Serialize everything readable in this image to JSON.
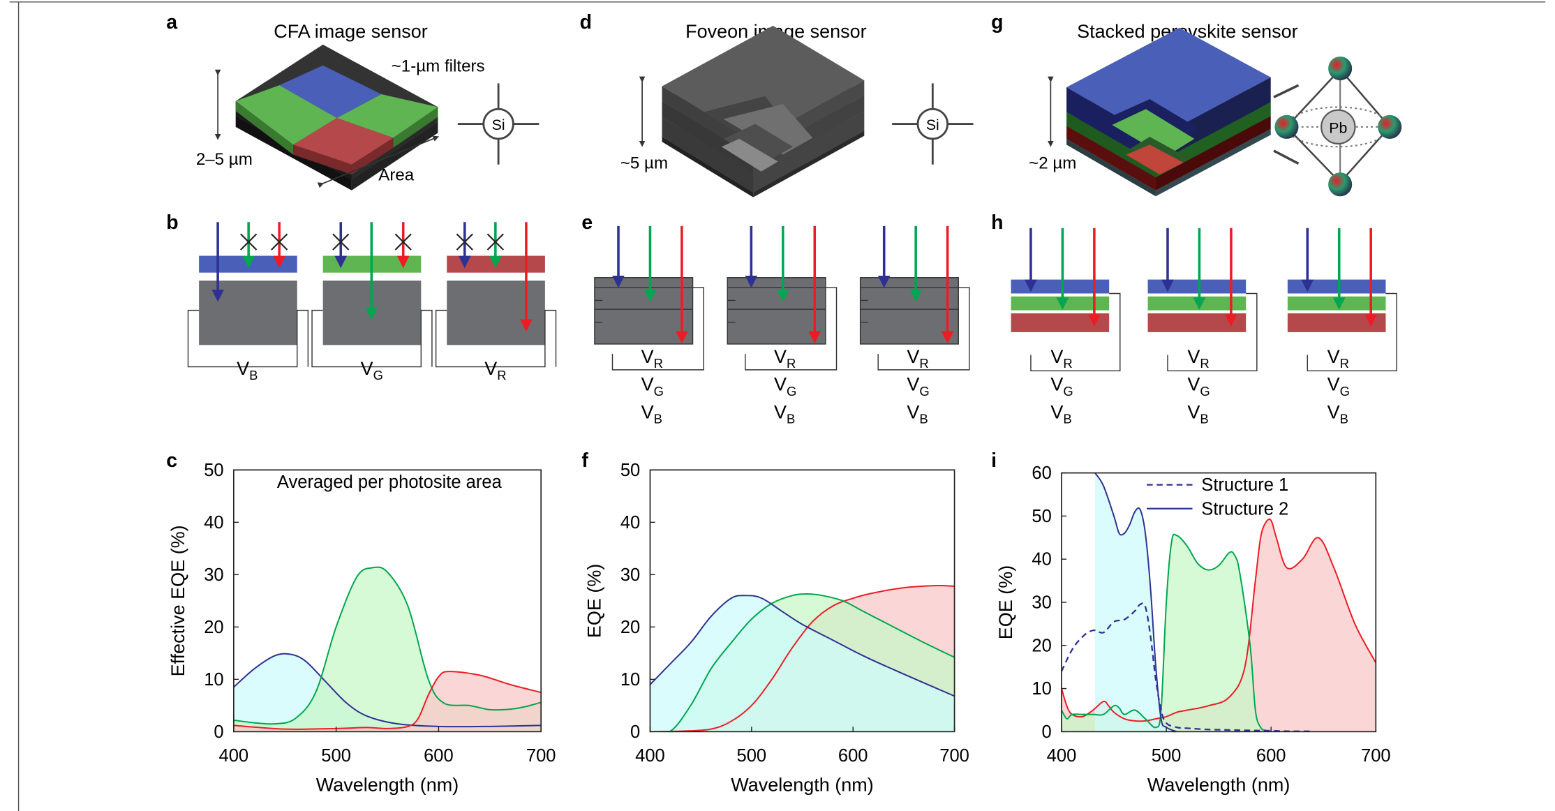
{
  "panels": {
    "a": {
      "letter": "a",
      "title": "CFA image sensor",
      "filter_label": "~1-µm filters",
      "height_label": "2–5 µm",
      "area_label": "Area",
      "si_label": "Si"
    },
    "b": {
      "letter": "b",
      "voltages": [
        {
          "main": "V",
          "sub": "B"
        },
        {
          "main": "V",
          "sub": "G"
        },
        {
          "main": "V",
          "sub": "R"
        }
      ]
    },
    "c": {
      "letter": "c"
    },
    "d": {
      "letter": "d",
      "title": "Foveon image sensor",
      "height_label": "~5 µm",
      "si_label": "Si"
    },
    "e": {
      "letter": "e",
      "voltages": [
        {
          "main": "V",
          "sub": "R"
        },
        {
          "main": "V",
          "sub": "G"
        },
        {
          "main": "V",
          "sub": "B"
        }
      ]
    },
    "f": {
      "letter": "f"
    },
    "g": {
      "letter": "g",
      "title": "Stacked perovskite sensor",
      "height_label": "~2 µm",
      "pb_label": "Pb"
    },
    "h": {
      "letter": "h",
      "voltages": [
        {
          "main": "V",
          "sub": "R"
        },
        {
          "main": "V",
          "sub": "G"
        },
        {
          "main": "V",
          "sub": "B"
        }
      ]
    },
    "i": {
      "letter": "i"
    }
  },
  "colors": {
    "blue": "#2e3192",
    "green": "#00a650",
    "red": "#ed1c24",
    "blue_fill": "#cdfbfb",
    "green_fill": "#c8f7c8",
    "red_fill": "#f9c8c8",
    "sensor_gray": "#6d6e71"
  },
  "chart_data": [
    {
      "type": "area",
      "panel": "c",
      "annotation": "Averaged per photosite area",
      "xlabel": "Wavelength (nm)",
      "ylabel": "Effective EQE (%)",
      "xlim": [
        400,
        700
      ],
      "ylim": [
        0,
        50
      ],
      "xticks": [
        400,
        500,
        600,
        700
      ],
      "yticks": [
        0,
        10,
        20,
        30,
        40,
        50
      ],
      "series": [
        {
          "color": "blue",
          "x": [
            400,
            420,
            440,
            455,
            470,
            490,
            510,
            530,
            560,
            600,
            650,
            700
          ],
          "y": [
            8.5,
            12,
            14.5,
            14.8,
            13.5,
            9.5,
            5.5,
            3,
            1.5,
            1,
            1,
            1.2
          ]
        },
        {
          "color": "green",
          "x": [
            400,
            420,
            440,
            460,
            480,
            500,
            520,
            535,
            550,
            570,
            590,
            605,
            630,
            650,
            670,
            685,
            700
          ],
          "y": [
            2.2,
            1.7,
            1.5,
            2.5,
            7.5,
            20,
            29.5,
            31.3,
            30.5,
            24,
            10,
            5.5,
            5,
            4.2,
            4.3,
            4.8,
            5.6
          ]
        },
        {
          "color": "red",
          "x": [
            400,
            450,
            500,
            530,
            550,
            570,
            580,
            590,
            600,
            610,
            640,
            670,
            700
          ],
          "y": [
            1.2,
            0.5,
            0.6,
            0.8,
            0.6,
            1,
            2.5,
            7,
            10.5,
            11.5,
            10.8,
            9,
            7.5
          ]
        }
      ]
    },
    {
      "type": "area",
      "panel": "f",
      "xlabel": "Wavelength (nm)",
      "ylabel": "EQE (%)",
      "xlim": [
        400,
        700
      ],
      "ylim": [
        0,
        50
      ],
      "xticks": [
        400,
        500,
        600,
        700
      ],
      "yticks": [
        0,
        10,
        20,
        30,
        40,
        50
      ],
      "series": [
        {
          "color": "red",
          "x": [
            400,
            430,
            460,
            480,
            500,
            520,
            540,
            560,
            580,
            600,
            620,
            650,
            680,
            700
          ],
          "y": [
            0,
            0.1,
            0.5,
            2,
            5,
            10,
            16,
            21,
            24,
            25.5,
            26.5,
            27.5,
            27.9,
            27.8
          ]
        },
        {
          "color": "green",
          "x": [
            400,
            420,
            440,
            460,
            480,
            500,
            520,
            540,
            555,
            570,
            590,
            610,
            640,
            670,
            700
          ],
          "y": [
            0,
            0.1,
            5,
            12,
            17,
            21.5,
            24.5,
            26,
            26.3,
            26,
            25,
            23,
            20,
            17,
            14.2
          ]
        },
        {
          "color": "blue",
          "x": [
            400,
            420,
            440,
            460,
            480,
            495,
            510,
            530,
            550,
            580,
            610,
            650,
            700
          ],
          "y": [
            9,
            13,
            17,
            22,
            25.5,
            26,
            25.5,
            23,
            20.5,
            17.5,
            14.5,
            11,
            6.8
          ]
        }
      ]
    },
    {
      "type": "area",
      "panel": "i",
      "xlabel": "Wavelength (nm)",
      "ylabel": "EQE (%)",
      "xlim": [
        400,
        700
      ],
      "ylim": [
        0,
        60
      ],
      "xticks": [
        400,
        500,
        600,
        700
      ],
      "yticks": [
        0,
        10,
        20,
        30,
        40,
        50,
        60
      ],
      "legend": [
        {
          "label": "Structure 1",
          "style": "dashed"
        },
        {
          "label": "Structure 2",
          "style": "solid"
        }
      ],
      "series": [
        {
          "name": "Structure 2",
          "color": "red",
          "x": [
            400,
            405,
            410,
            420,
            430,
            440,
            445,
            450,
            460,
            470,
            480,
            490,
            500,
            510,
            520,
            540,
            560,
            575,
            585,
            590,
            595,
            600,
            605,
            615,
            630,
            645,
            660,
            680,
            700
          ],
          "y": [
            10,
            6,
            4,
            3.5,
            5,
            7,
            6,
            4.5,
            3,
            2.5,
            2.5,
            3,
            3.5,
            4.5,
            5,
            6,
            8,
            15,
            35,
            45,
            48.5,
            49,
            45,
            38,
            40,
            45,
            38,
            25,
            16
          ]
        },
        {
          "name": "Structure 2",
          "color": "green",
          "x": [
            400,
            405,
            410,
            420,
            430,
            440,
            450,
            455,
            460,
            470,
            480,
            490,
            495,
            500,
            505,
            510,
            520,
            530,
            540,
            550,
            560,
            565,
            570,
            580,
            585,
            590,
            595,
            600
          ],
          "y": [
            5,
            3,
            4,
            4,
            4,
            4,
            6,
            5.5,
            4,
            5,
            3,
            1,
            5,
            30,
            44,
            45.5,
            43,
            39,
            37.5,
            38.5,
            41.5,
            41,
            37,
            20,
            5,
            1,
            0.3,
            0
          ]
        },
        {
          "name": "Structure 2",
          "color": "blue",
          "x": [
            432,
            440,
            450,
            455,
            460,
            465,
            470,
            475,
            480,
            485,
            490,
            495,
            500,
            510
          ],
          "y": [
            60,
            57,
            50,
            46,
            46,
            48,
            51,
            51.5,
            46,
            33,
            15,
            3,
            1,
            0
          ]
        },
        {
          "name": "Structure 1",
          "color": "blue",
          "style": "dashed",
          "x": [
            400,
            410,
            420,
            430,
            440,
            450,
            460,
            470,
            475,
            480,
            485,
            490,
            495,
            500,
            510,
            520,
            540,
            560,
            580,
            600,
            620,
            640
          ],
          "y": [
            14,
            19,
            22,
            23.5,
            23,
            25.5,
            26,
            28,
            29.5,
            29,
            22,
            12,
            5,
            2,
            1,
            0.8,
            0.5,
            0.4,
            0.3,
            0.2,
            0.1,
            0.1
          ]
        }
      ]
    }
  ]
}
